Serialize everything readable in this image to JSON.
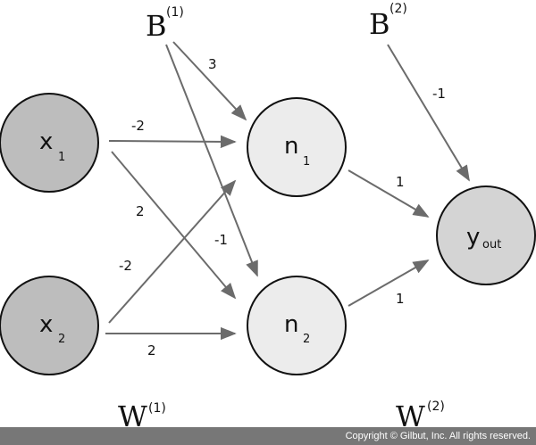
{
  "colors": {
    "input_fill": "#bdbdbd",
    "hidden_fill": "#ececec",
    "output_fill": "#d4d4d4",
    "edge": "#6b6b6b",
    "outline": "#111111",
    "footer_bg": "#777777"
  },
  "nodes": {
    "x1": {
      "main": "x",
      "sub": "1"
    },
    "x2": {
      "main": "x",
      "sub": "2"
    },
    "n1": {
      "main": "n",
      "sub": "1"
    },
    "n2": {
      "main": "n",
      "sub": "2"
    },
    "yout": {
      "main": "y",
      "sub": "out"
    }
  },
  "bias": {
    "b1": {
      "main": "B",
      "sup": "(1)"
    },
    "b2": {
      "main": "B",
      "sup": "(2)"
    }
  },
  "weights_layer": {
    "w1": {
      "main": "W",
      "sup": "(1)"
    },
    "w2": {
      "main": "W",
      "sup": "(2)"
    }
  },
  "edges": [
    {
      "from": "x1",
      "to": "n1",
      "weight": "-2"
    },
    {
      "from": "x1",
      "to": "n2",
      "weight": "2"
    },
    {
      "from": "x2",
      "to": "n1",
      "weight": "-2"
    },
    {
      "from": "x2",
      "to": "n2",
      "weight": "2"
    },
    {
      "from": "B(1)",
      "to": "n1",
      "weight": "3"
    },
    {
      "from": "B(1)",
      "to": "n2",
      "weight": "-1"
    },
    {
      "from": "n1",
      "to": "yout",
      "weight": "1"
    },
    {
      "from": "n2",
      "to": "yout",
      "weight": "1"
    },
    {
      "from": "B(2)",
      "to": "yout",
      "weight": "-1"
    }
  ],
  "footer": {
    "text": "Copyright © Gilbut, Inc. All rights reserved."
  }
}
